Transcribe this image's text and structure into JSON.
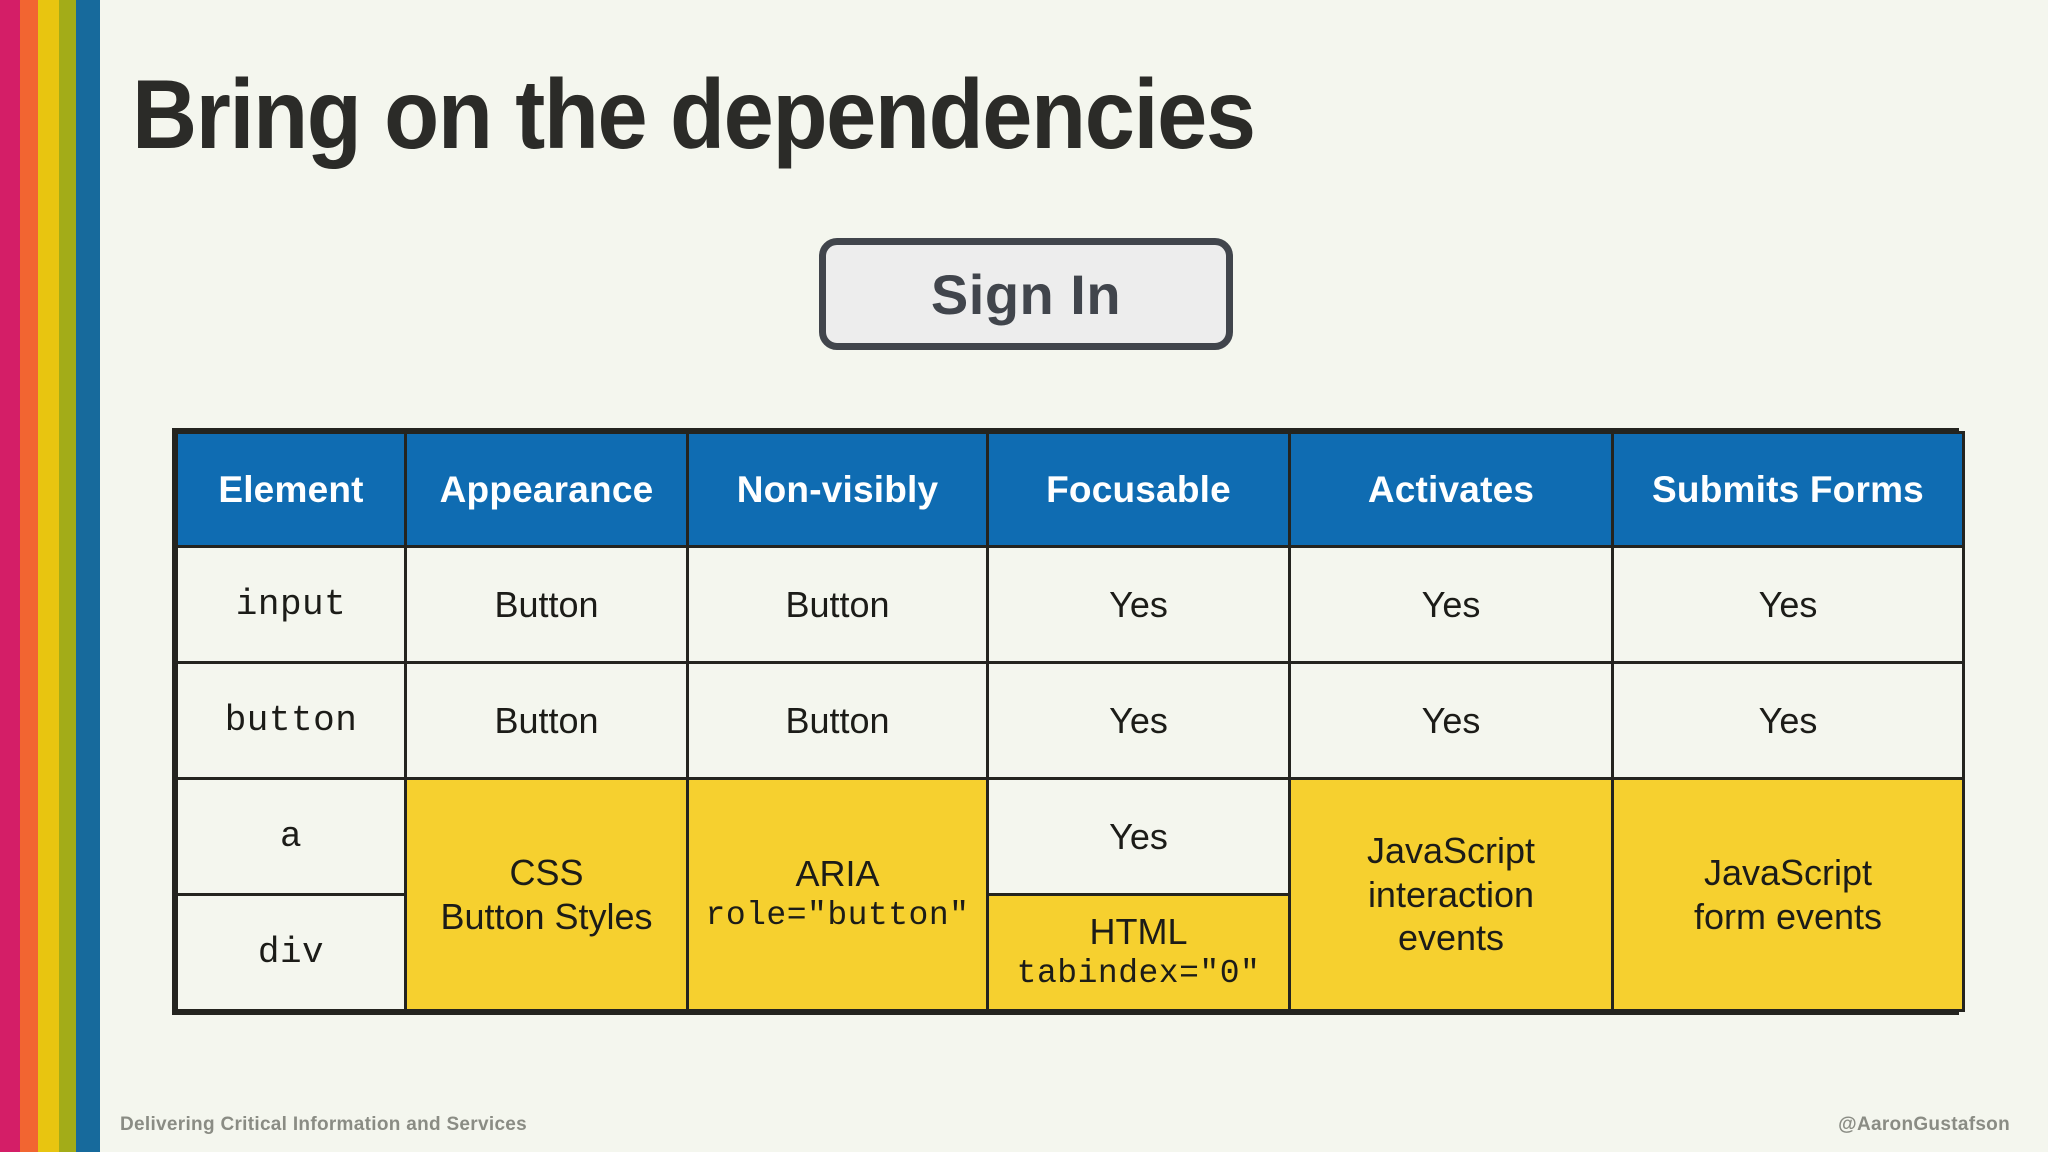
{
  "slide": {
    "background_color": "#F4F6EE",
    "title": "Bring on the dependencies"
  },
  "stripes": [
    {
      "name": "magenta",
      "color": "#D41E67"
    },
    {
      "name": "orange",
      "color": "#F26531"
    },
    {
      "name": "yellow",
      "color": "#E8C510"
    },
    {
      "name": "olive",
      "color": "#A3AC18"
    },
    {
      "name": "blue",
      "color": "#176A9C"
    }
  ],
  "demo": {
    "signin_label": "Sign In"
  },
  "table": {
    "header_background": "#0F6CB2",
    "header_text_color": "#FFFFFF",
    "highlight_color": "#F6D02F",
    "columns": [
      "Element",
      "Appearance",
      "Non-visibly",
      "Focusable",
      "Activates",
      "Submits Forms"
    ],
    "rows": {
      "input": {
        "element": "input",
        "appearance": "Button",
        "non_visibly": "Button",
        "focusable": "Yes",
        "activates": "Yes",
        "submits_forms": "Yes"
      },
      "button": {
        "element": "button",
        "appearance": "Button",
        "non_visibly": "Button",
        "focusable": "Yes",
        "activates": "Yes",
        "submits_forms": "Yes"
      },
      "a": {
        "element": "a",
        "focusable": "Yes"
      },
      "div": {
        "element": "div",
        "focusable_line1": "HTML",
        "focusable_line2": "tabindex=\"0\""
      },
      "merged": {
        "appearance_line1": "CSS",
        "appearance_line2": "Button Styles",
        "non_visibly_line1": "ARIA",
        "non_visibly_line2": "role=\"button\"",
        "activates_line1": "JavaScript",
        "activates_line2": "interaction",
        "activates_line3": "events",
        "submits_line1": "JavaScript",
        "submits_line2": "form events"
      }
    }
  },
  "footer": {
    "left": "Delivering Critical Information and Services",
    "right": "@AaronGustafson"
  }
}
